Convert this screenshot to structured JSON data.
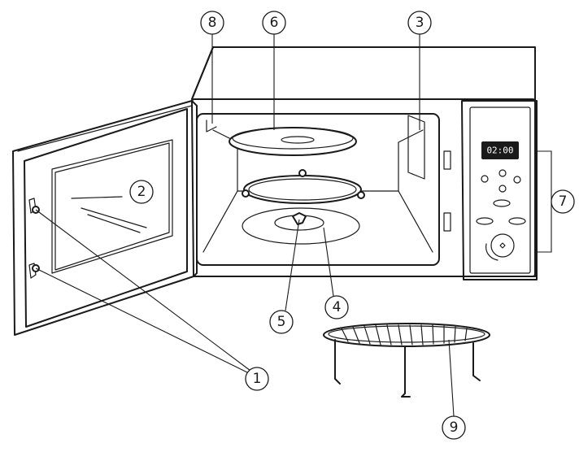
{
  "diagram": {
    "display_time": "02:00",
    "callouts": [
      {
        "id": "1",
        "label": "1"
      },
      {
        "id": "2",
        "label": "2"
      },
      {
        "id": "3",
        "label": "3"
      },
      {
        "id": "4",
        "label": "4"
      },
      {
        "id": "5",
        "label": "5"
      },
      {
        "id": "6",
        "label": "6"
      },
      {
        "id": "7",
        "label": "7"
      },
      {
        "id": "8",
        "label": "8"
      },
      {
        "id": "9",
        "label": "9"
      }
    ]
  }
}
